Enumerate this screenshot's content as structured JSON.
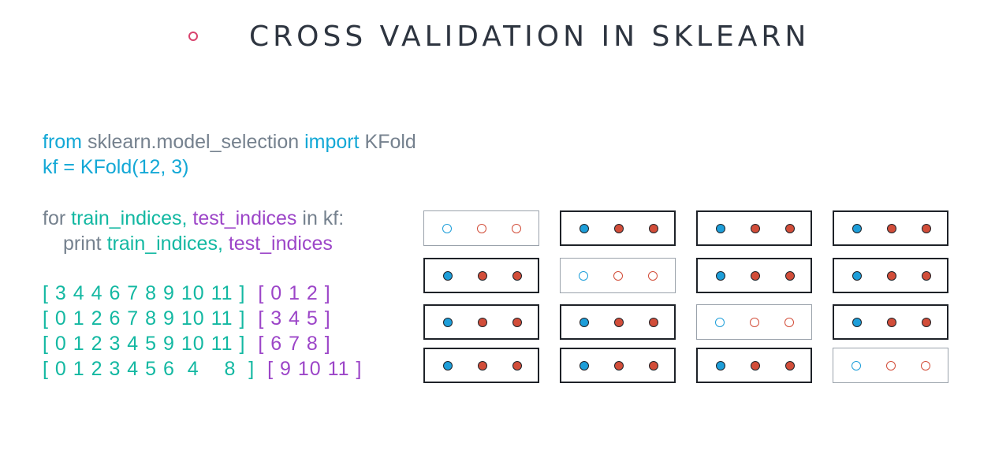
{
  "title": "CROSS VALIDATION IN SKLEARN",
  "code": {
    "line1": {
      "from": "from",
      "module": "sklearn.model_selection",
      "import": "import",
      "cls": "KFold"
    },
    "line2": "kf = KFold(12, 3)",
    "line3": {
      "for": "for",
      "train": "train_indices,",
      "test": "test_indices",
      "rest": "in kf:"
    },
    "line4": {
      "print": "print",
      "train": "train_indices,",
      "test": "test_indices"
    }
  },
  "output": [
    {
      "train": "[ 3 4 4 6 7 8 9 10 11 ]",
      "test": "[ 0 1 2 ]"
    },
    {
      "train": "[ 0 1 2 6 7 8 9 10 11 ]",
      "test": "[ 3 4 5 ]"
    },
    {
      "train": "[ 0 1 2 3 4 5 9 10 11 ]",
      "test": "[ 6 7 8 ]"
    },
    {
      "train": "[ 0 1 2 3 4 5 6  4    8  ]",
      "test": "[ 9 10 11 ]"
    }
  ],
  "colors": {
    "keyword": "#13a8d6",
    "train": "#13b8a2",
    "test": "#9c45c8",
    "blue_point": "#1d9ed9",
    "red_point": "#d24d39",
    "bullet": "#d9436e"
  },
  "grid": {
    "rows": 4,
    "cols": 4,
    "points_per_box": [
      "blue",
      "red",
      "red"
    ],
    "test_fold_col_for_row": [
      0,
      1,
      2,
      3
    ]
  }
}
